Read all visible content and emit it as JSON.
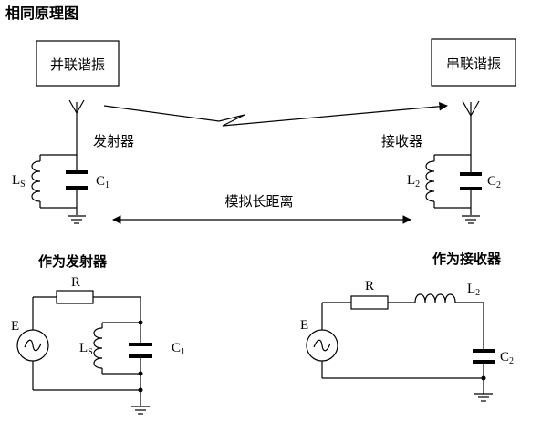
{
  "title": "相同原理图",
  "boxes": {
    "parallel_resonance": "并联谐振",
    "series_resonance": "串联谐振"
  },
  "top": {
    "transmitter_label": "发射器",
    "receiver_label": "接收器",
    "distance_label": "模拟长距离"
  },
  "components": {
    "ls": {
      "main": "L",
      "sub": "S"
    },
    "c1": {
      "main": "C",
      "sub": "1"
    },
    "l2": {
      "main": "L",
      "sub": "2"
    },
    "c2": {
      "main": "C",
      "sub": "2"
    },
    "r": "R",
    "e": "E"
  },
  "bottom": {
    "as_transmitter": "作为发射器",
    "as_receiver": "作为接收器"
  }
}
